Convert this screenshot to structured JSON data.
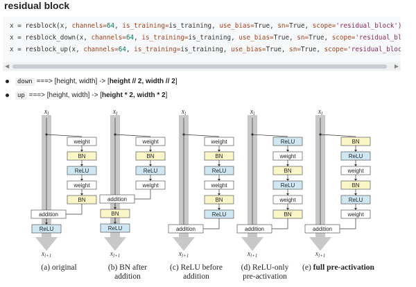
{
  "heading": "residual block",
  "code": {
    "lines": [
      {
        "prefix": "x = resblock(x, ",
        "channels": "channels",
        "eq1": "=",
        "val1": "64",
        "sep1": ", ",
        "is_training": "is_training",
        "eq2": "=",
        "val2": "is_training",
        "sep2": ", ",
        "use_bias": "use_bias",
        "eq3": "=",
        "val3": "True",
        "sep3": ", ",
        "sn": "sn",
        "eq4": "=",
        "val4": "True",
        "sep4": ", ",
        "scope": "scope",
        "eq5": "=",
        "val5": "'residual_block')"
      },
      {
        "prefix": "x = resblock_down(x, ",
        "channels": "channels",
        "eq1": "=",
        "val1": "64",
        "sep1": ", ",
        "is_training": "is_training",
        "eq2": "=",
        "val2": "is_training",
        "sep2": ", ",
        "use_bias": "use_bias",
        "eq3": "=",
        "val3": "True",
        "sep3": ", ",
        "sn": "sn",
        "eq4": "=",
        "val4": "True",
        "sep4": ", ",
        "scope": "scope",
        "eq5": "=",
        "val5": "'residual_bl"
      },
      {
        "prefix": "x = resblock_up(x, ",
        "channels": "channels",
        "eq1": "=",
        "val1": "64",
        "sep1": ", ",
        "is_training": "is_training",
        "eq2": "=",
        "val2": "is_training",
        "sep2": ", ",
        "use_bias": "use_bias",
        "eq3": "=",
        "val3": "True",
        "sep3": ", ",
        "sn": "sn",
        "eq4": "=",
        "val4": "True",
        "sep4": ", ",
        "scope": "scope",
        "eq5": "=",
        "val5": "'residual_bloc"
      }
    ],
    "scroll_left": "◀",
    "scroll_right": "▶"
  },
  "bullets": [
    {
      "code": "down",
      "text": " ===> [height, width] -> [",
      "bold": "height // 2, width // 2",
      "end": "]"
    },
    {
      "code": "up",
      "text": " ===> [height, width] -> [",
      "bold": "height * 2, width * 2",
      "end": "]"
    }
  ],
  "figure": {
    "x_top": "x",
    "x_top_sub": "l",
    "x_bottom": "x",
    "x_bottom_sub": "l+1",
    "colors": {
      "weight": "#ffffff",
      "bn": "#fbf6c8",
      "relu": "#cfe7f2",
      "addition": "#ffffff",
      "gray": "#c8c8c8"
    },
    "columns": [
      {
        "caption": [
          "(a) original"
        ],
        "bold": false,
        "blocks": [
          "weight",
          "BN",
          "ReLU",
          "weight",
          "BN"
        ],
        "addition": "addition",
        "after": "ReLU"
      },
      {
        "caption": [
          "(b) BN after",
          "addition"
        ],
        "bold": false,
        "blocks": [
          "weight",
          "BN",
          "ReLU",
          "weight"
        ],
        "addition": "addition",
        "after_list": [
          "BN",
          "ReLU"
        ]
      },
      {
        "caption": [
          "(c) ReLU before",
          "addition"
        ],
        "bold": false,
        "blocks": [
          "weight",
          "BN",
          "ReLU",
          "weight",
          "BN",
          "ReLU"
        ],
        "addition": "addition"
      },
      {
        "caption": [
          "(d) ReLU-only",
          "pre-activation"
        ],
        "bold": false,
        "blocks": [
          "ReLU",
          "weight",
          "BN",
          "ReLU",
          "weight",
          "BN"
        ],
        "addition": "addition"
      },
      {
        "caption": [
          "(e) full pre-activation"
        ],
        "bold": true,
        "blocks": [
          "BN",
          "ReLU",
          "weight",
          "BN",
          "ReLU",
          "weight"
        ],
        "addition": "addition"
      }
    ]
  }
}
